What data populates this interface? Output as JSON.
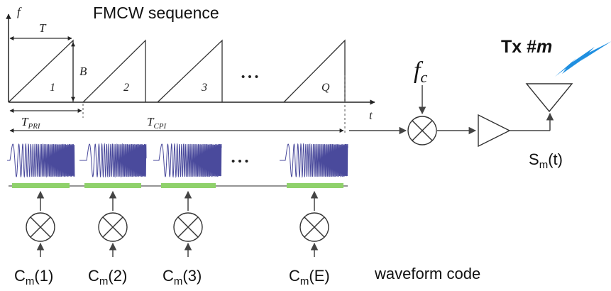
{
  "title": "FMCW sequence",
  "axis": {
    "y_label": "f",
    "x_label": "t"
  },
  "annotations": {
    "period": "T",
    "bandwidth": "B",
    "pri_main": "T",
    "pri_sub": "PRI",
    "cpi_main": "T",
    "cpi_sub": "CPI",
    "ellipsis": "• • •",
    "carrier_main": "f",
    "carrier_sub": "c"
  },
  "ramps": [
    {
      "label": "1"
    },
    {
      "label": "2"
    },
    {
      "label": "3"
    },
    {
      "label": "Q"
    }
  ],
  "codes": [
    {
      "prefix": "C",
      "sub": "m",
      "suffix": "(1)"
    },
    {
      "prefix": "C",
      "sub": "m",
      "suffix": "(2)"
    },
    {
      "prefix": "C",
      "sub": "m",
      "suffix": "(3)"
    },
    {
      "prefix": "C",
      "sub": "m",
      "suffix": "(E)"
    }
  ],
  "waveform_code_label": "waveform code",
  "tx": {
    "prefix": "Tx #",
    "index": "m"
  },
  "output": {
    "prefix": "S",
    "sub": "m",
    "suffix": "(t)"
  },
  "colors": {
    "chirp": "#4a4a9c",
    "code_bar": "#8fd16b",
    "lightning": "#1f8fe0",
    "line": "#444444"
  }
}
